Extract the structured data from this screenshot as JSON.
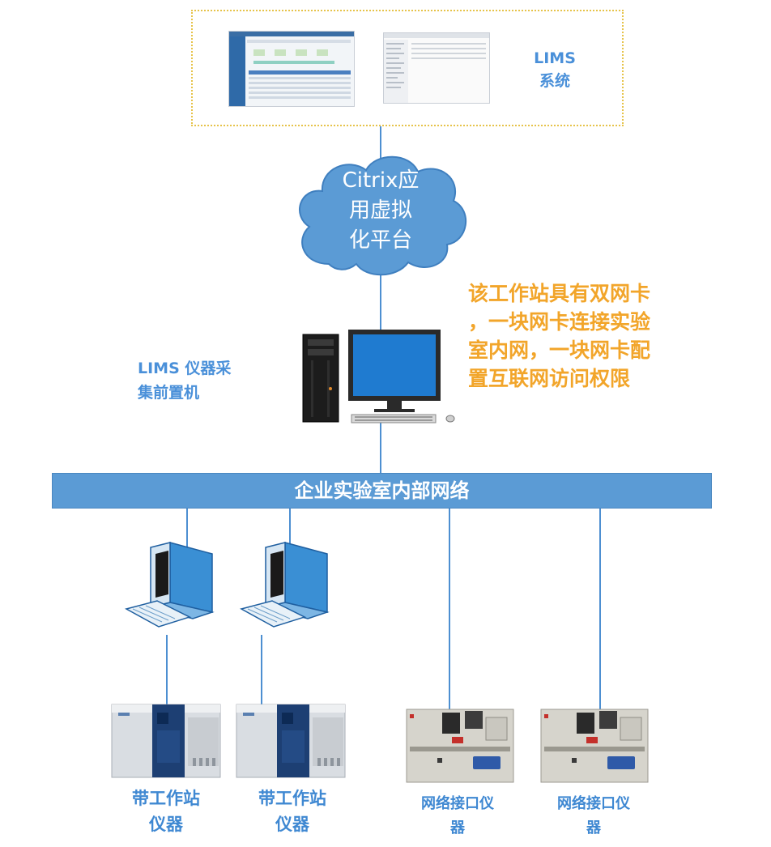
{
  "lims": {
    "label_line1": "LIMS",
    "label_line2": "系统"
  },
  "cloud": {
    "line1": "Citrix应",
    "line2": "用虚拟",
    "line3": "化平台"
  },
  "note": {
    "line1": "该工作站具有双网卡",
    "line2": "，一块网卡连接实验",
    "line3": "室内网，一块网卡配",
    "line4": "置互联网访问权限"
  },
  "front_machine": {
    "line1": "LIMS 仪器采",
    "line2": "集前置机"
  },
  "network": {
    "label": "企业实验室内部网络"
  },
  "devices": [
    {
      "line1": "带工作站",
      "line2": "仪器"
    },
    {
      "line1": "带工作站",
      "line2": "仪器"
    },
    {
      "line1": "网络接口仪",
      "line2": "器"
    },
    {
      "line1": "网络接口仪",
      "line2": "器"
    }
  ],
  "colors": {
    "line": "#4d8fd1",
    "cloud": "#5b9bd5",
    "note": "#f2a52a",
    "label": "#4a90d9",
    "box_border": "#e6c34a"
  }
}
